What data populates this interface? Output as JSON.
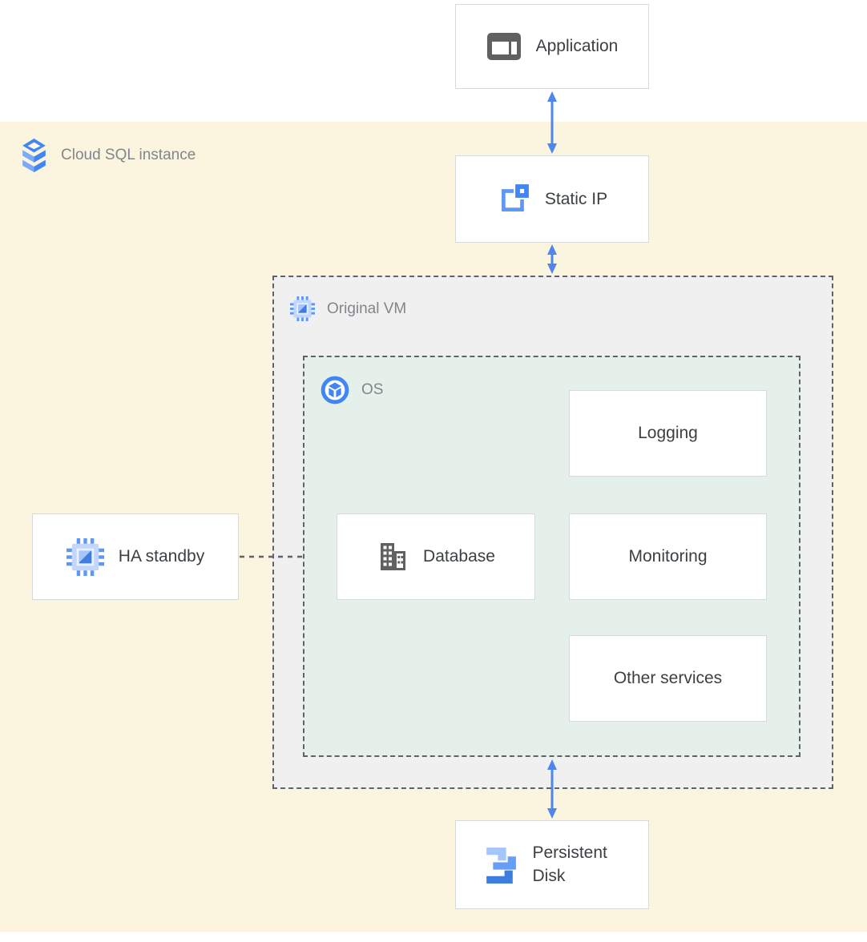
{
  "region": {
    "label": "Cloud SQL instance",
    "icon": "cloud-sql-icon"
  },
  "nodes": {
    "application": {
      "label": "Application",
      "icon": "application-window-icon"
    },
    "static_ip": {
      "label": "Static IP",
      "icon": "external-ip-icon"
    },
    "original_vm": {
      "label": "Original VM",
      "icon": "compute-engine-icon"
    },
    "os": {
      "label": "OS",
      "icon": "os-image-icon"
    },
    "logging": {
      "label": "Logging"
    },
    "database": {
      "label": "Database",
      "icon": "database-building-icon"
    },
    "monitoring": {
      "label": "Monitoring"
    },
    "other_services": {
      "label": "Other services"
    },
    "ha_standby": {
      "label": "HA standby",
      "icon": "compute-engine-icon"
    },
    "persistent_disk": {
      "label": "Persistent Disk",
      "icon": "persistent-disk-icon"
    }
  },
  "connections": [
    {
      "from": "application",
      "to": "static_ip",
      "style": "bidirectional-arrow"
    },
    {
      "from": "static_ip",
      "to": "original_vm",
      "style": "bidirectional-arrow"
    },
    {
      "from": "os",
      "to": "persistent_disk",
      "style": "bidirectional-arrow"
    },
    {
      "from": "ha_standby",
      "to": "os",
      "style": "dotted-line"
    }
  ],
  "colors": {
    "background-yellow": "#FBF4DE",
    "vm-box-gray": "#F0F0F1",
    "os-box-green": "#E4F0E9",
    "arrow-blue": "#4E86EC",
    "dashed-border-gray": "#5F6368",
    "node-border-gray": "#D7DADD",
    "label-gray": "#80868B",
    "node-text": "#3C4043",
    "icon-gray": "#616161",
    "google-blue": "#4285F4",
    "medium-blue": "#5E97F6",
    "light-blue": "#A6C5FA"
  }
}
